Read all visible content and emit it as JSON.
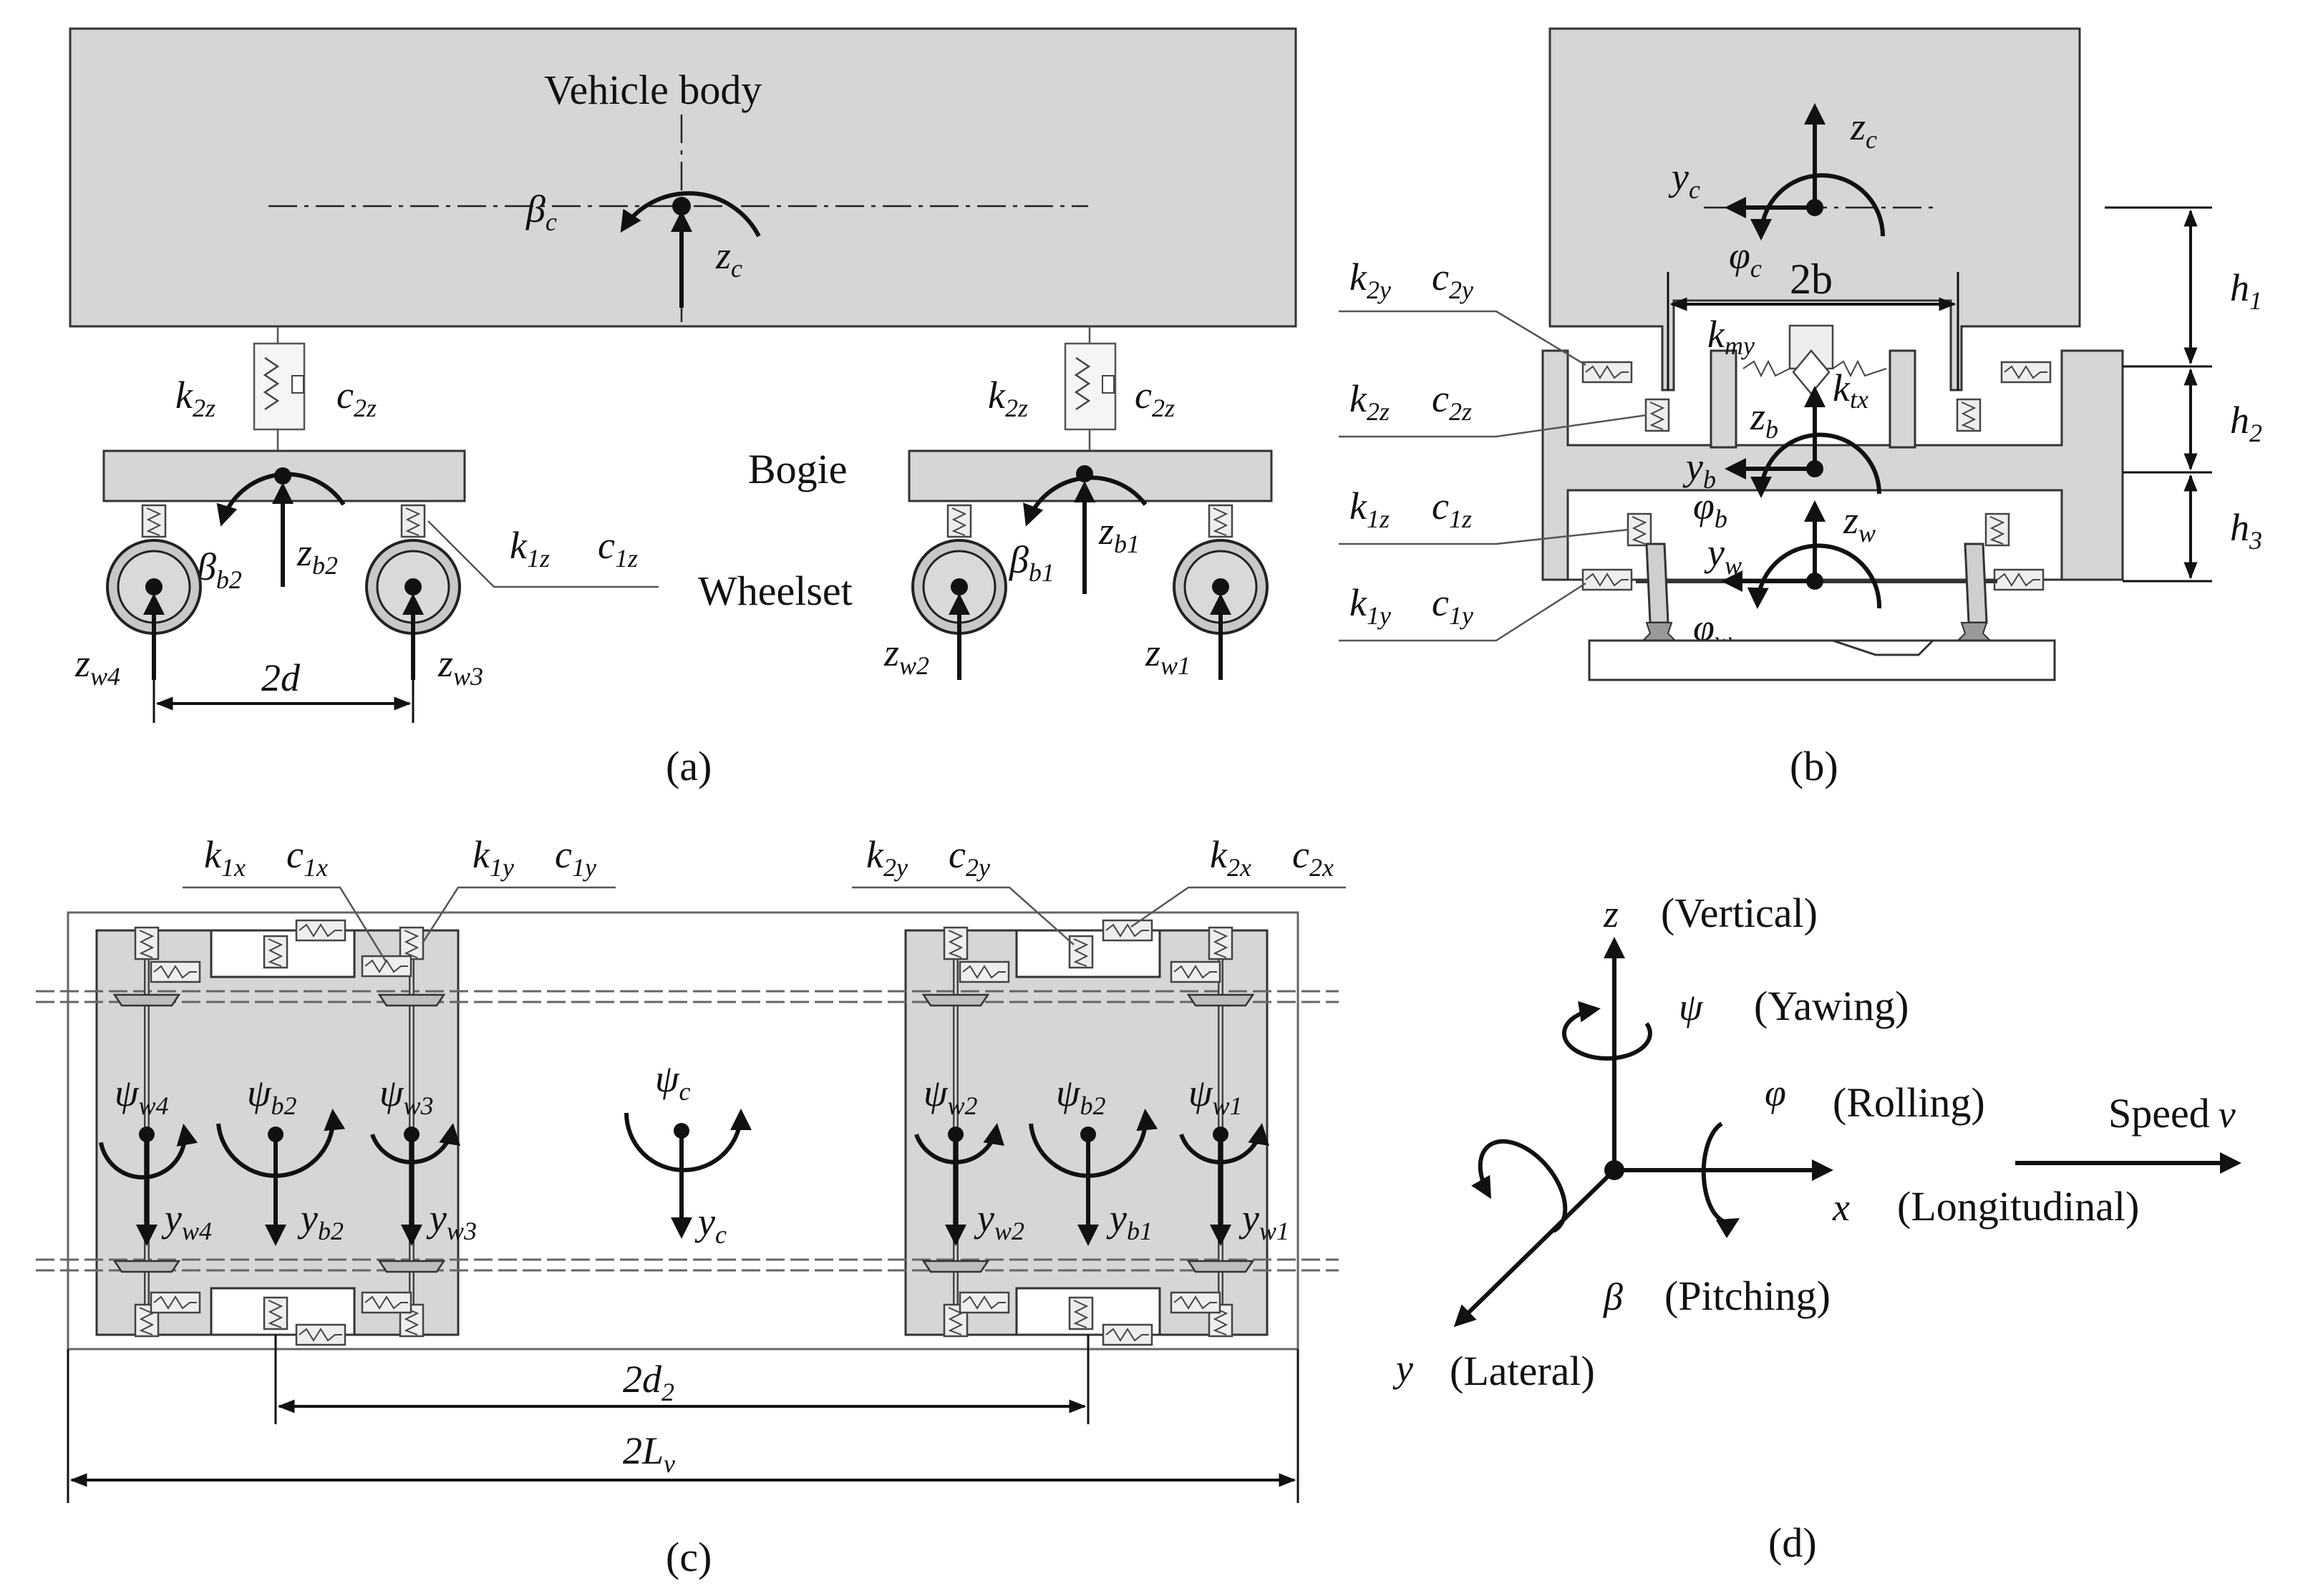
{
  "panel_a": {
    "vehicle_body": "Vehicle body",
    "beta_c": "β",
    "beta_c_sub": "c",
    "z_c": "z",
    "z_c_sub": "c",
    "k2z": "k",
    "k2z_sub": "2z",
    "c2z": "c",
    "c2z_sub": "2z",
    "bogie": "Bogie",
    "wheelset": "Wheelset",
    "beta_b2": "β",
    "beta_b2_sub": "b2",
    "z_b2": "z",
    "z_b2_sub": "b2",
    "beta_b1": "β",
    "beta_b1_sub": "b1",
    "z_b1": "z",
    "z_b1_sub": "b1",
    "k1z": "k",
    "k1z_sub": "1z",
    "c1z": "c",
    "c1z_sub": "1z",
    "z_w4": "z",
    "z_w4_sub": "w4",
    "z_w3": "z",
    "z_w3_sub": "w3",
    "z_w2": "z",
    "z_w2_sub": "w2",
    "z_w1": "z",
    "z_w1_sub": "w1",
    "two_d": "2d",
    "caption": "(a)"
  },
  "panel_b": {
    "z_c": "z",
    "z_c_sub": "c",
    "y_c": "y",
    "y_c_sub": "c",
    "phi_c": "φ",
    "phi_c_sub": "c",
    "two_b": "2b",
    "k2y": "k",
    "k2y_sub": "2y",
    "c2y": "c",
    "c2y_sub": "2y",
    "k2z": "k",
    "k2z_sub": "2z",
    "c2z": "c",
    "c2z_sub": "2z",
    "k1z": "k",
    "k1z_sub": "1z",
    "c1z": "c",
    "c1z_sub": "1z",
    "k1y": "k",
    "k1y_sub": "1y",
    "c1y": "c",
    "c1y_sub": "1y",
    "k_my": "k",
    "k_my_sub": "my",
    "k_tx": "k",
    "k_tx_sub": "tx",
    "z_b": "z",
    "z_b_sub": "b",
    "y_b": "y",
    "y_b_sub": "b",
    "phi_b": "φ",
    "phi_b_sub": "b",
    "z_w": "z",
    "z_w_sub": "w",
    "y_w": "y",
    "y_w_sub": "w",
    "phi_w": "φ",
    "phi_w_sub": "w",
    "h1": "h",
    "h1_sub": "1",
    "h2": "h",
    "h2_sub": "2",
    "h3": "h",
    "h3_sub": "3",
    "caption": "(b)"
  },
  "panel_c": {
    "k1x": "k",
    "k1x_sub": "1x",
    "c1x": "c",
    "c1x_sub": "1x",
    "k1y": "k",
    "k1y_sub": "1y",
    "c1y": "c",
    "c1y_sub": "1y",
    "k2y": "k",
    "k2y_sub": "2y",
    "c2y": "c",
    "c2y_sub": "2y",
    "k2x": "k",
    "k2x_sub": "2x",
    "c2x": "c",
    "c2x_sub": "2x",
    "psi_w4": "ψ",
    "psi_w4_sub": "w4",
    "psi_b2": "ψ",
    "psi_b2_sub": "b2",
    "psi_w3": "ψ",
    "psi_w3_sub": "w3",
    "psi_c": "ψ",
    "psi_c_sub": "c",
    "psi_w2": "ψ",
    "psi_w2_sub": "w2",
    "psi_b2_right": "ψ",
    "psi_b2_right_sub": "b2",
    "psi_w1": "ψ",
    "psi_w1_sub": "w1",
    "y_w4": "y",
    "y_w4_sub": "w4",
    "y_b2": "y",
    "y_b2_sub": "b2",
    "y_w3": "y",
    "y_w3_sub": "w3",
    "y_c": "y",
    "y_c_sub": "c",
    "y_w2": "y",
    "y_w2_sub": "w2",
    "y_b1": "y",
    "y_b1_sub": "b1",
    "y_w1": "y",
    "y_w1_sub": "w1",
    "two_d2": "2d",
    "two_d2_sub": "2",
    "two_Lv": "2L",
    "two_Lv_sub": "v",
    "caption": "(c)"
  },
  "panel_d": {
    "z": "z",
    "vertical": "(Vertical)",
    "psi": "ψ",
    "yawing": "(Yawing)",
    "phi": "φ",
    "rolling": "(Rolling)",
    "speed": "Speed",
    "speed_v": "v",
    "x": "x",
    "longitudinal": "(Longitudinal)",
    "beta": "β",
    "pitching": "(Pitching)",
    "y": "y",
    "lateral": "(Lateral)",
    "caption": "(d)"
  }
}
